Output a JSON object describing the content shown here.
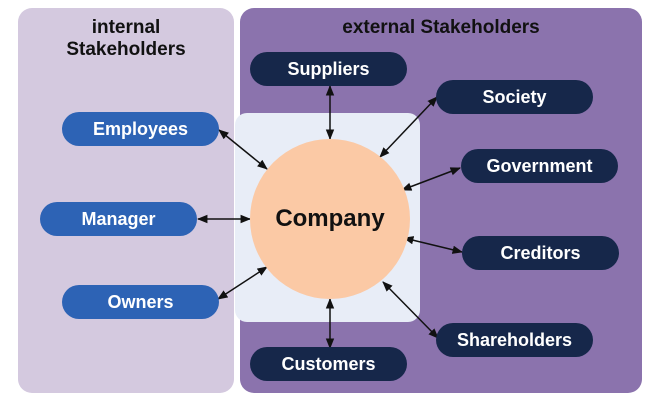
{
  "panels": {
    "internal_title": [
      "internal",
      "Stakeholders"
    ],
    "external_title": "external Stakeholders"
  },
  "center": {
    "label": "Company"
  },
  "internal_stakeholders": [
    "Employees",
    "Manager",
    "Owners"
  ],
  "external_stakeholders": [
    "Suppliers",
    "Society",
    "Government",
    "Creditors",
    "Shareholders",
    "Customers"
  ],
  "colors": {
    "internal_panel": "#d4c9df",
    "external_panel": "#8b73ad",
    "internal_pill": "#2d63b5",
    "external_pill": "#16274a",
    "company_circle": "#fbc9a5"
  }
}
